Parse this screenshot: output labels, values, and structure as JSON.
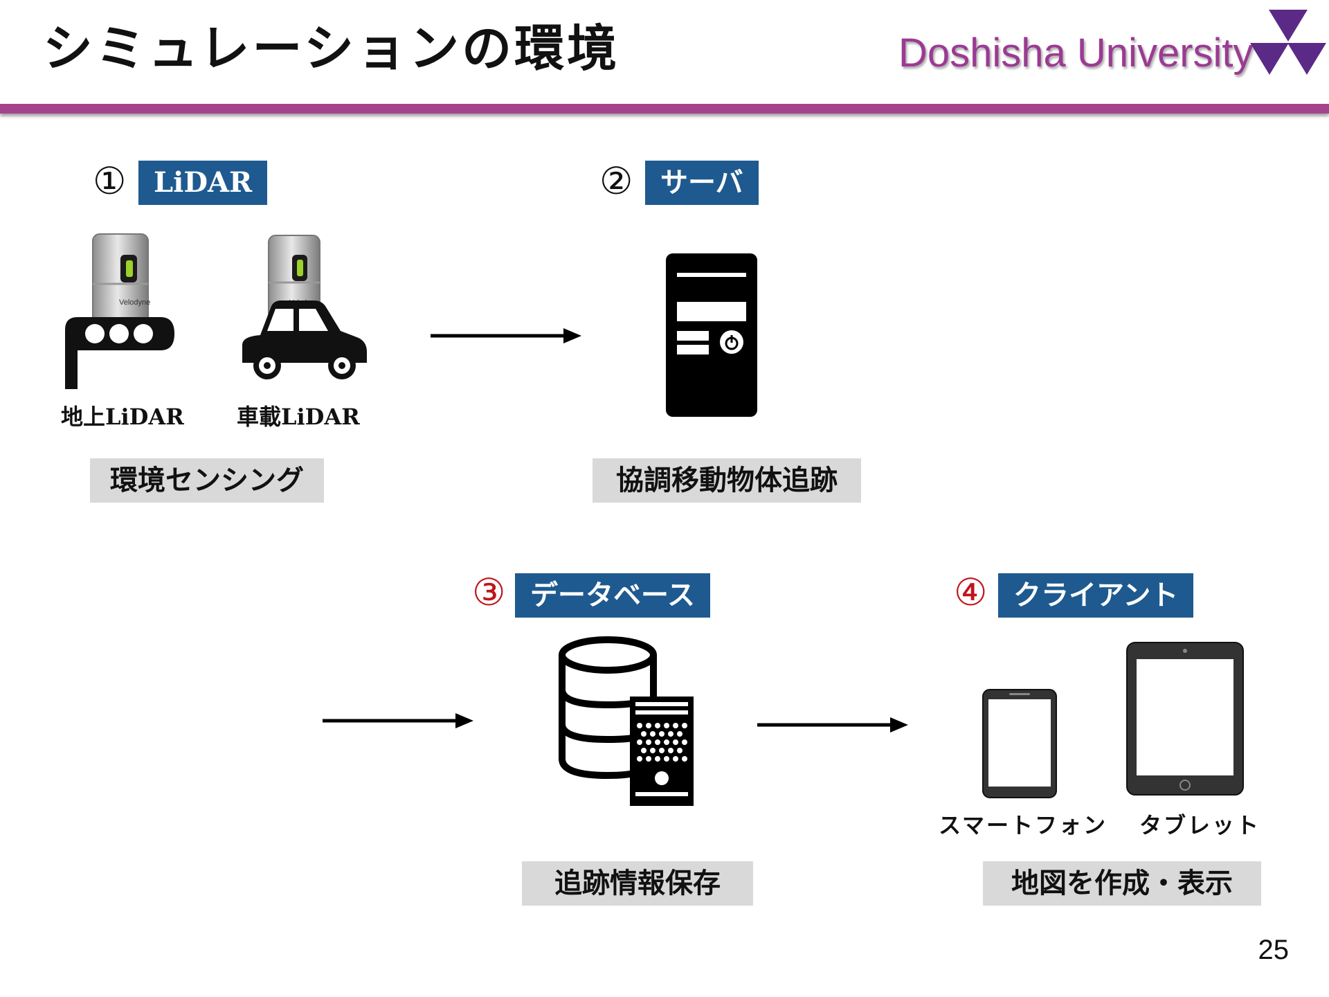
{
  "header": {
    "title": "シミュレーションの環境",
    "university": "Doshisha University"
  },
  "steps": [
    {
      "number": "①",
      "label": "LiDAR",
      "caption": "環境センシング"
    },
    {
      "number": "②",
      "label": "サーバ",
      "caption": "協調移動物体追跡"
    },
    {
      "number": "③",
      "label": "データベース",
      "caption": "追跡情報保存"
    },
    {
      "number": "④",
      "label": "クライアント",
      "caption": "地図を作成・表示"
    }
  ],
  "lidar_devices": [
    {
      "label": "地上LiDAR",
      "icon": "ground-lidar-icon"
    },
    {
      "label": "車載LiDAR",
      "icon": "vehicle-lidar-icon"
    }
  ],
  "client_devices": [
    {
      "label": "スマートフォン",
      "icon": "smartphone-icon"
    },
    {
      "label": "タブレット",
      "icon": "tablet-icon"
    }
  ],
  "lidar_brand": "Velodyne",
  "page_number": "25",
  "colors": {
    "accent": "#a4448f",
    "tag_background": "#1e5a8f",
    "caption_background": "#d9d9d9",
    "highlight_number": "#c0141b",
    "logo": "#5b2a86"
  }
}
